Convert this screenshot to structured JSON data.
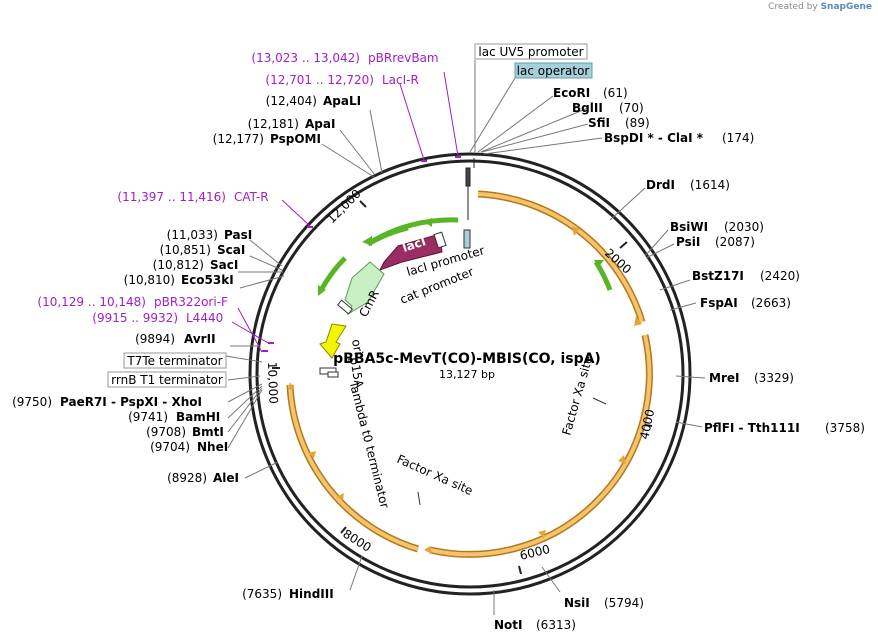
{
  "credit": {
    "prefix": "Created by",
    "brand": "SnapGene"
  },
  "plasmid": {
    "name": "pBBA5c-MevT(CO)-MBIS(CO, ispA)",
    "size": "13,127 bp"
  },
  "ticks": [
    "2000",
    "4000",
    "6000",
    "8000",
    "10,000",
    "12,000"
  ],
  "boxed_labels": {
    "lac_uv5": "lac UV5 promoter",
    "lac_operator": "lac operator",
    "t7te": "T7Te terminator",
    "rrnb": "rrnB T1 terminator"
  },
  "sites_right": [
    {
      "name": "EcoRI",
      "pos": "(61)"
    },
    {
      "name": "BglII",
      "pos": "(70)"
    },
    {
      "name": "SfiI",
      "pos": "(89)"
    },
    {
      "name": "BspDI *  -  ClaI *",
      "pos": "(174)"
    },
    {
      "name": "DrdI",
      "pos": "(1614)"
    },
    {
      "name": "BsiWI",
      "pos": "(2030)"
    },
    {
      "name": "PsiI",
      "pos": "(2087)"
    },
    {
      "name": "BstZ17I",
      "pos": "(2420)"
    },
    {
      "name": "FspAI",
      "pos": "(2663)"
    },
    {
      "name": "MreI",
      "pos": "(3329)"
    },
    {
      "name": "PflFI  -  Tth111I",
      "pos": "(3758)"
    },
    {
      "name": "NsiI",
      "pos": "(5794)"
    },
    {
      "name": "NotI",
      "pos": "(6313)"
    }
  ],
  "sites_left": [
    {
      "name": "ApaLI",
      "pos": "(12,404)"
    },
    {
      "name": "ApaI",
      "pos": "(12,181)"
    },
    {
      "name": "PspOMI",
      "pos": "(12,177)"
    },
    {
      "name": "PasI",
      "pos": "(11,033)"
    },
    {
      "name": "ScaI",
      "pos": "(10,851)"
    },
    {
      "name": "SacI",
      "pos": "(10,812)"
    },
    {
      "name": "Eco53kI",
      "pos": "(10,810)"
    },
    {
      "name": "AvrII",
      "pos": "(9894)"
    },
    {
      "name": "PaeR7I  -  PspXI  -  XhoI",
      "pos": "(9750)"
    },
    {
      "name": "BamHI",
      "pos": "(9741)"
    },
    {
      "name": "BmtI",
      "pos": "(9708)"
    },
    {
      "name": "NheI",
      "pos": "(9704)"
    },
    {
      "name": "AleI",
      "pos": "(8928)"
    },
    {
      "name": "HindIII",
      "pos": "(7635)"
    }
  ],
  "primers": [
    {
      "range": "(13,023 .. 13,042)",
      "name": "pBRrevBam"
    },
    {
      "range": "(12,701 .. 12,720)",
      "name": "LacI-R"
    },
    {
      "range": "(11,397 .. 11,416)",
      "name": "CAT-R"
    },
    {
      "range": "(10,129 .. 10,148)",
      "name": "pBR322ori-F"
    },
    {
      "range": "(9915 .. 9932)",
      "name": "L4440"
    }
  ],
  "features": {
    "laci": "lacI",
    "cmr": "CmR",
    "ori": "ori",
    "laci_promoter": "lacI promoter",
    "cat_promoter": "cat promoter",
    "lambda_t0": "lambda t0 terminator",
    "factor_xa_1": "Factor Xa site",
    "factor_xa_2": "Factor Xa site",
    "p15a_hint": "p15A"
  },
  "colors": {
    "backbone": "#222222",
    "orf_fill": "#f5c36b",
    "orf_stroke": "#b07a1c",
    "orf_arrow": "#e8a23a",
    "green": "#58b626",
    "laci": "#9a2e62",
    "cmr": "#c8f0c4",
    "ori": "#f5f500",
    "primer": "#a020c8",
    "lac_operator_bg": "#a4d0dc"
  }
}
